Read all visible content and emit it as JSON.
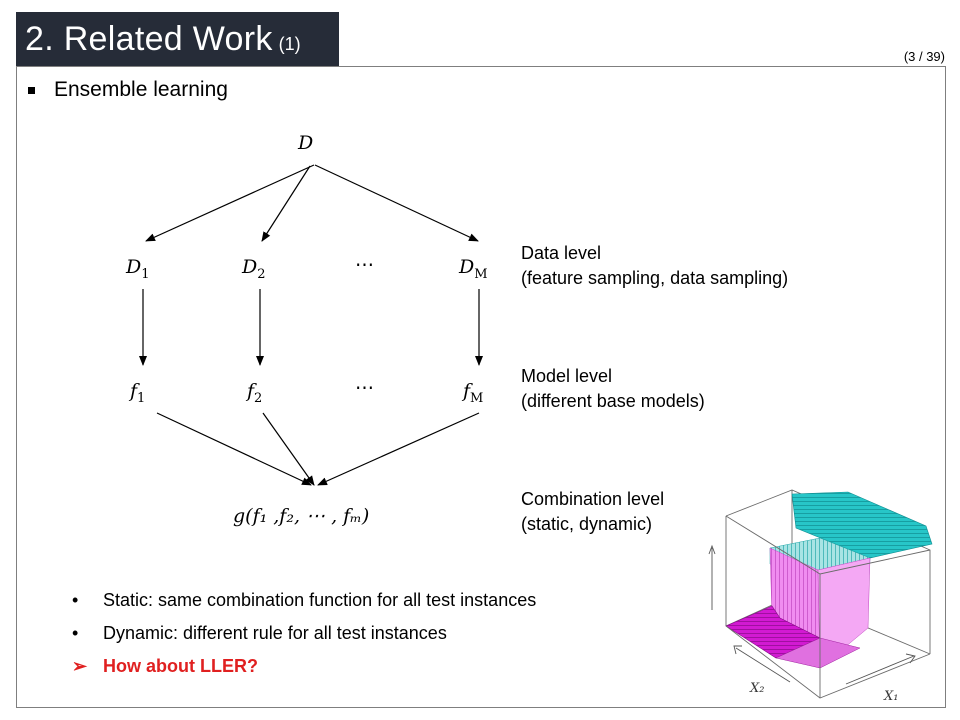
{
  "header": {
    "title": "2. Related Work",
    "title_suffix": "(1)",
    "page_counter": "(3 / 39)"
  },
  "section": {
    "heading": "Ensemble learning"
  },
  "diagram": {
    "root": "D",
    "datasets": [
      "D",
      "D",
      "D"
    ],
    "dataset_subscripts": [
      "1",
      "2",
      "M"
    ],
    "models": [
      "f",
      "f",
      "f"
    ],
    "model_subscripts": [
      "1",
      "2",
      "M"
    ],
    "ellipsis": "⋯",
    "combination": "g(f₁ ,f₂, ⋯ , fₘ)"
  },
  "levels": [
    {
      "title": "Data level",
      "detail": "(feature sampling,  data sampling)"
    },
    {
      "title": "Model level",
      "detail": "(different base models)"
    },
    {
      "title": "Combination  level",
      "detail": "(static, dynamic)"
    }
  ],
  "bullets": [
    {
      "marker": "•",
      "text": "Static: same combination  function for all test instances"
    },
    {
      "marker": "•",
      "text": "Dynamic: different rule for all test instances"
    },
    {
      "marker": "➢",
      "text": "How about LLER?"
    }
  ],
  "plot": {
    "x1_label": "X₁",
    "x2_label": "X₂",
    "colors": {
      "cyan": "#27c6c8",
      "magenta": "#d21ad2",
      "pink": "#f08cf0"
    }
  }
}
